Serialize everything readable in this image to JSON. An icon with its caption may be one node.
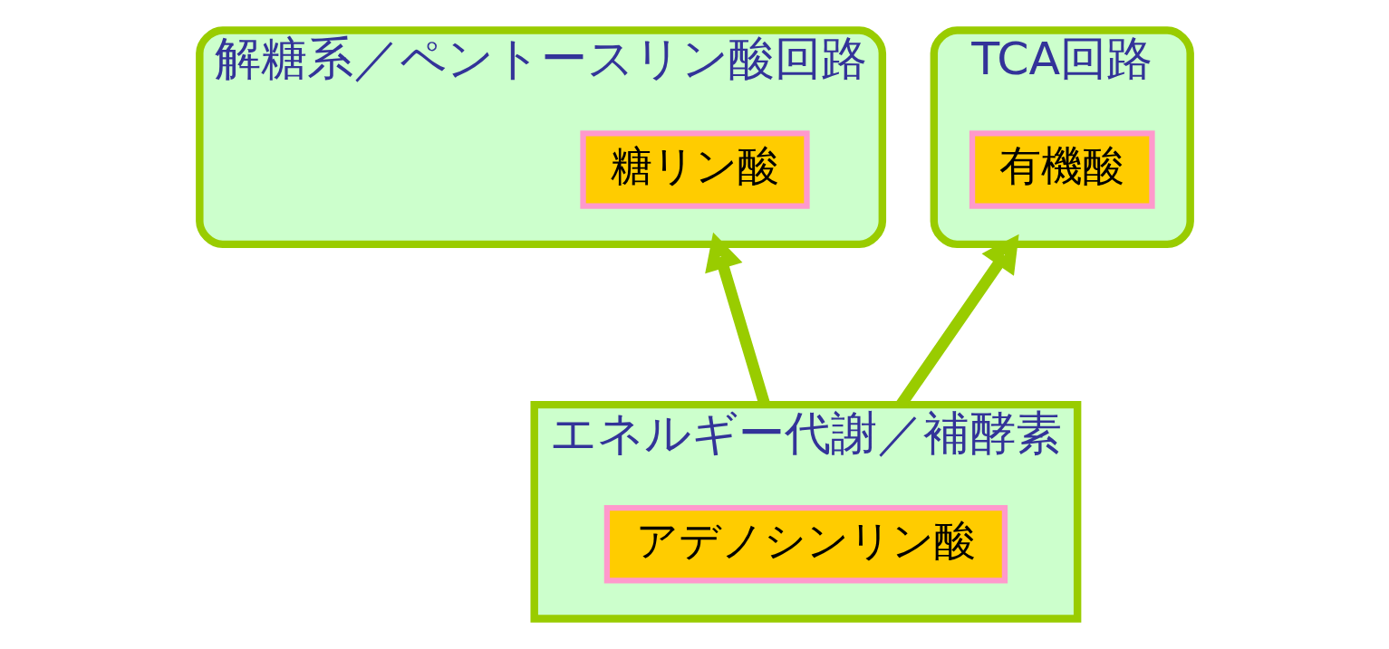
{
  "diagram": {
    "nodes": [
      {
        "text": [
          "解糖系／ペントースリン酸回路"
        ]
      },
      {
        "text": [
          "糖リン酸"
        ],
        "in": 0
      },
      {
        "text": [
          "TCA回路"
        ]
      },
      {
        "text": [
          "有機酸"
        ],
        "in": 2
      },
      {
        "text": [
          "エネルギー代謝／補酵素"
        ]
      },
      {
        "text": [
          "アデノシンリン酸"
        ],
        "in": 4
      }
    ],
    "edges": [
      {
        "from": 4,
        "to": 0,
        "arrow": "to"
      },
      {
        "from": 4,
        "to": 2,
        "arrow": "to"
      }
    ]
  }
}
